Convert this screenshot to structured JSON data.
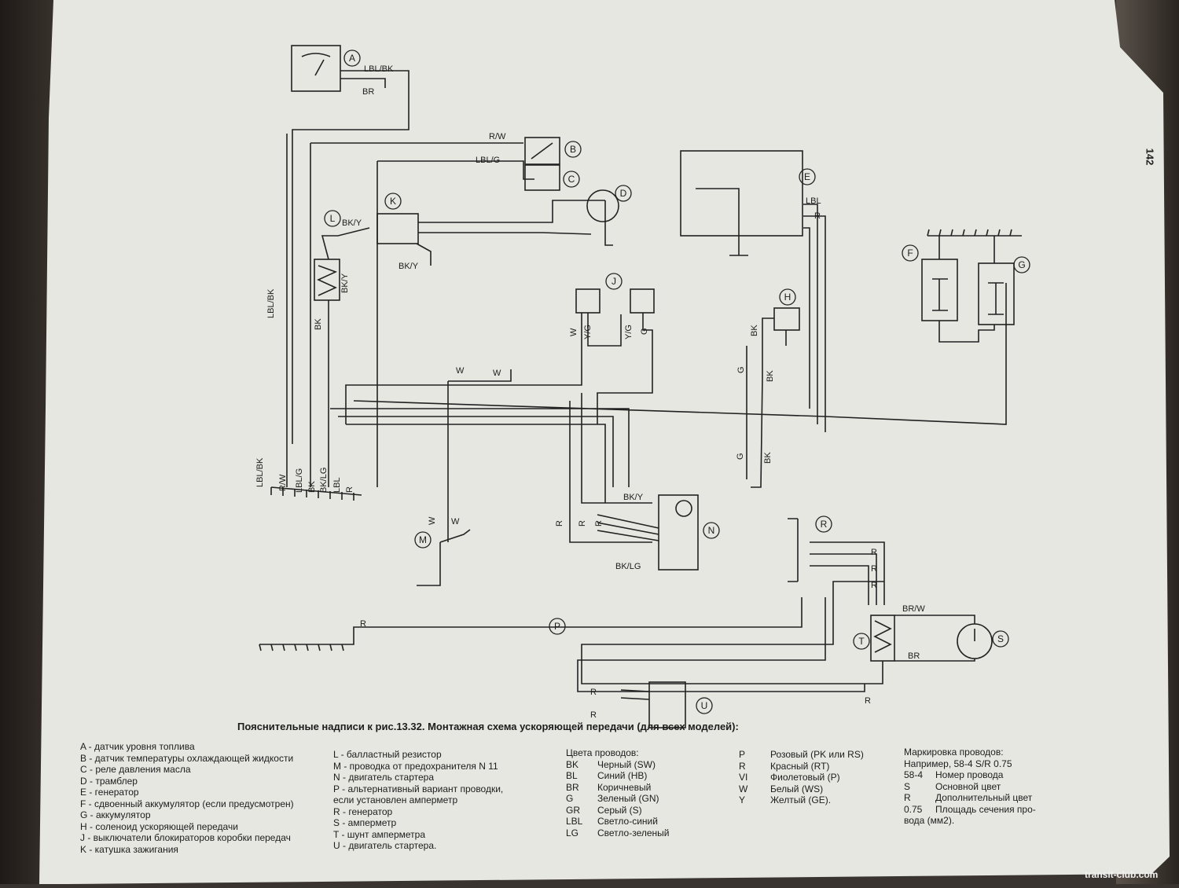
{
  "page_number": "142",
  "caption": "Пояснительные надписи к рис.13.32. Монтажная схема ускоряющей передачи (для всех моделей):",
  "watermark": "transit-club.com",
  "nodes": {
    "A": "A",
    "B": "B",
    "C": "C",
    "D": "D",
    "E": "E",
    "F": "F",
    "G": "G",
    "H": "H",
    "J": "J",
    "K": "K",
    "L": "L",
    "M": "M",
    "N": "N",
    "P": "P",
    "R": "R",
    "S": "S",
    "T": "T",
    "U": "U"
  },
  "wires": {
    "lbl_bk": "LBL/BK",
    "br": "BR",
    "r_w": "R/W",
    "lbl_g": "LBL/G",
    "bk_y": "BK/Y",
    "bk": "BK",
    "bk_lg": "BK/LG",
    "lbl": "LBL",
    "r": "R",
    "w": "W",
    "y_g": "Y/G",
    "g": "G",
    "br_w": "BR/W"
  },
  "legend_col1": [
    "A - датчик уровня топлива",
    "B - датчик температуры охлаждающей жидкости",
    "C - реле давления масла",
    "D - трамблер",
    "E - генератор",
    "F - сдвоенный аккумулятор (если предусмотрен)",
    "G - аккумулятор",
    "H - соленоид ускоряющей передачи",
    "J - выключатели блокираторов коробки передач",
    "K - катушка зажигания"
  ],
  "legend_col2": [
    "L - балластный резистор",
    "M - проводка от предохранителя N 11",
    "N - двигатель стартера",
    "P - альтернативный вариант проводки,",
    "если установлен амперметр",
    "R - генератор",
    "S - амперметр",
    "T - шунт амперметра",
    "U - двигатель стартера."
  ],
  "colors_title": "Цвета проводов:",
  "colors_left": [
    {
      "code": "BK",
      "name": "Черный (SW)"
    },
    {
      "code": "BL",
      "name": "Синий (HB)"
    },
    {
      "code": "BR",
      "name": "Коричневый"
    },
    {
      "code": "G",
      "name": "Зеленый (GN)"
    },
    {
      "code": "GR",
      "name": "Серый (S)"
    },
    {
      "code": "LBL",
      "name": "Светло-синий"
    },
    {
      "code": "LG",
      "name": "Светло-зеленый"
    }
  ],
  "colors_right": [
    {
      "code": "P",
      "name": "Розовый (PK или RS)"
    },
    {
      "code": "R",
      "name": "Красный (RT)"
    },
    {
      "code": "VI",
      "name": "Фиолетовый (P)"
    },
    {
      "code": "W",
      "name": "Белый (WS)"
    },
    {
      "code": "Y",
      "name": "Желтый (GE)."
    }
  ],
  "marking_title": "Маркировка проводов:",
  "marking_example": "Например, 58-4 S/R 0.75",
  "marking_rows": [
    {
      "code": "58-4",
      "name": "Номер провода"
    },
    {
      "code": "S",
      "name": "Основной цвет"
    },
    {
      "code": "R",
      "name": "Дополнительный цвет"
    },
    {
      "code": "0.75",
      "name": "Площадь сечения про-"
    }
  ],
  "marking_tail": "вода (мм2)."
}
